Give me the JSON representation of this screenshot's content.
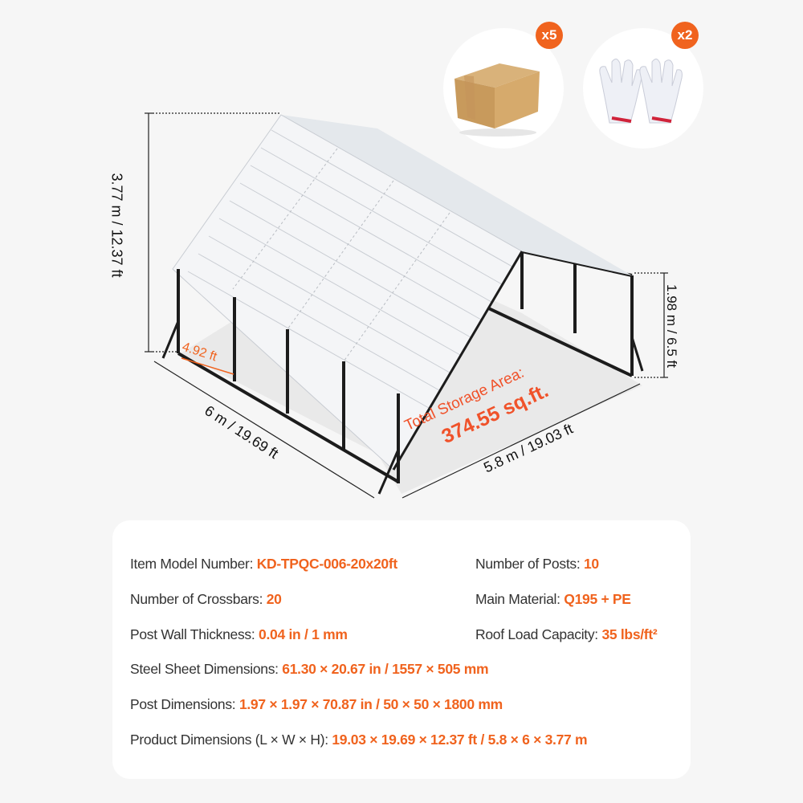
{
  "accessories": [
    {
      "name": "cardboard-box",
      "count_label": "x5"
    },
    {
      "name": "work-gloves",
      "count_label": "x2"
    }
  ],
  "diagram": {
    "total_height": "3.77 m / 12.37 ft",
    "side_height": "1.98 m / 6.5 ft",
    "width": "6 m / 19.69 ft",
    "length": "5.8 m / 19.03 ft",
    "post_spacing": "4.92 ft",
    "storage_area_label": "Total Storage Area:",
    "storage_area_value": "374.55 sq.ft."
  },
  "specs": {
    "model": {
      "label": "Item Model Number:",
      "value": "KD-TPQC-006-20x20ft"
    },
    "posts": {
      "label": "Number of Posts:",
      "value": "10"
    },
    "crossbars": {
      "label": "Number of Crossbars:",
      "value": "20"
    },
    "material": {
      "label": "Main Material:",
      "value": "Q195 + PE"
    },
    "wall_thickness": {
      "label": "Post Wall Thickness:",
      "value": "0.04 in / 1 mm"
    },
    "roof_load": {
      "label": "Roof Load Capacity:",
      "value": "35 lbs/ft²"
    },
    "steel_sheet": {
      "label": "Steel Sheet Dimensions:",
      "value": "61.30 × 20.67 in / 1557 × 505 mm"
    },
    "post_dims": {
      "label": "Post Dimensions:",
      "value": "1.97 × 1.97 × 70.87 in / 50 × 50 × 1800 mm"
    },
    "product_dims": {
      "label": "Product Dimensions (L × W × H):",
      "value": "19.03 × 19.69 × 12.37 ft / 5.8 × 6 × 3.77 m"
    }
  },
  "colors": {
    "accent": "#f0631e",
    "background": "#f6f6f6",
    "card": "#ffffff",
    "frame": "#1c1c1c"
  }
}
